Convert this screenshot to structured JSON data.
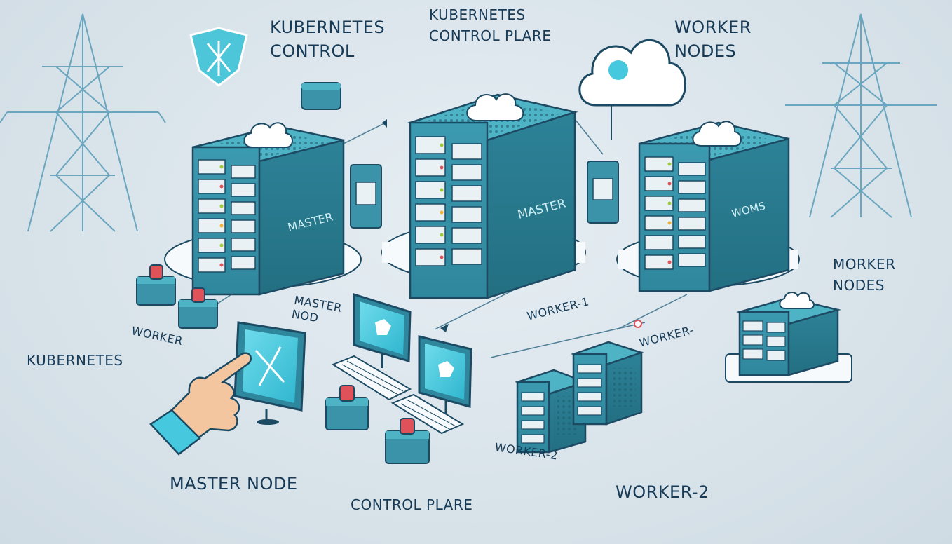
{
  "labels": {
    "kubernetes_control": "KUBERNETES\nCONTROL",
    "kubernetes_control_plane": "KUBERNETES\nCONTROL PLARE",
    "worker_nodes_top": "WORKER\nNODES",
    "morker_nodes": "MORKER\nNODES",
    "kubernetes_left": "KUBERNETES",
    "master_nod": "MASTER\nNOD",
    "worker_left": "WORKER",
    "worker_1": "WORKER-1",
    "worker_dash": "WORKER-",
    "worker_2_mid": "WORKER-2",
    "worker_2_bottom": "WORKER-2",
    "master_node": "MASTER NODE",
    "control_plare": "CONTROL PLARE"
  },
  "rack_labels": {
    "left": "MASTER",
    "center": "MASTER",
    "right": "WOMS"
  },
  "colors": {
    "background": "#dde6ec",
    "rack_front": "#3a93a8",
    "rack_side": "#2c7f95",
    "rack_top": "#4fb3c6",
    "ink": "#1d4a63",
    "screen": "#46c8de",
    "accent_red": "#e0525a"
  },
  "icons": [
    "kubernetes-logo-icon",
    "cloud-icon",
    "power-tower-icon",
    "pointing-hand-icon",
    "monitor-icon",
    "keyboard-icon",
    "server-rack-icon"
  ]
}
